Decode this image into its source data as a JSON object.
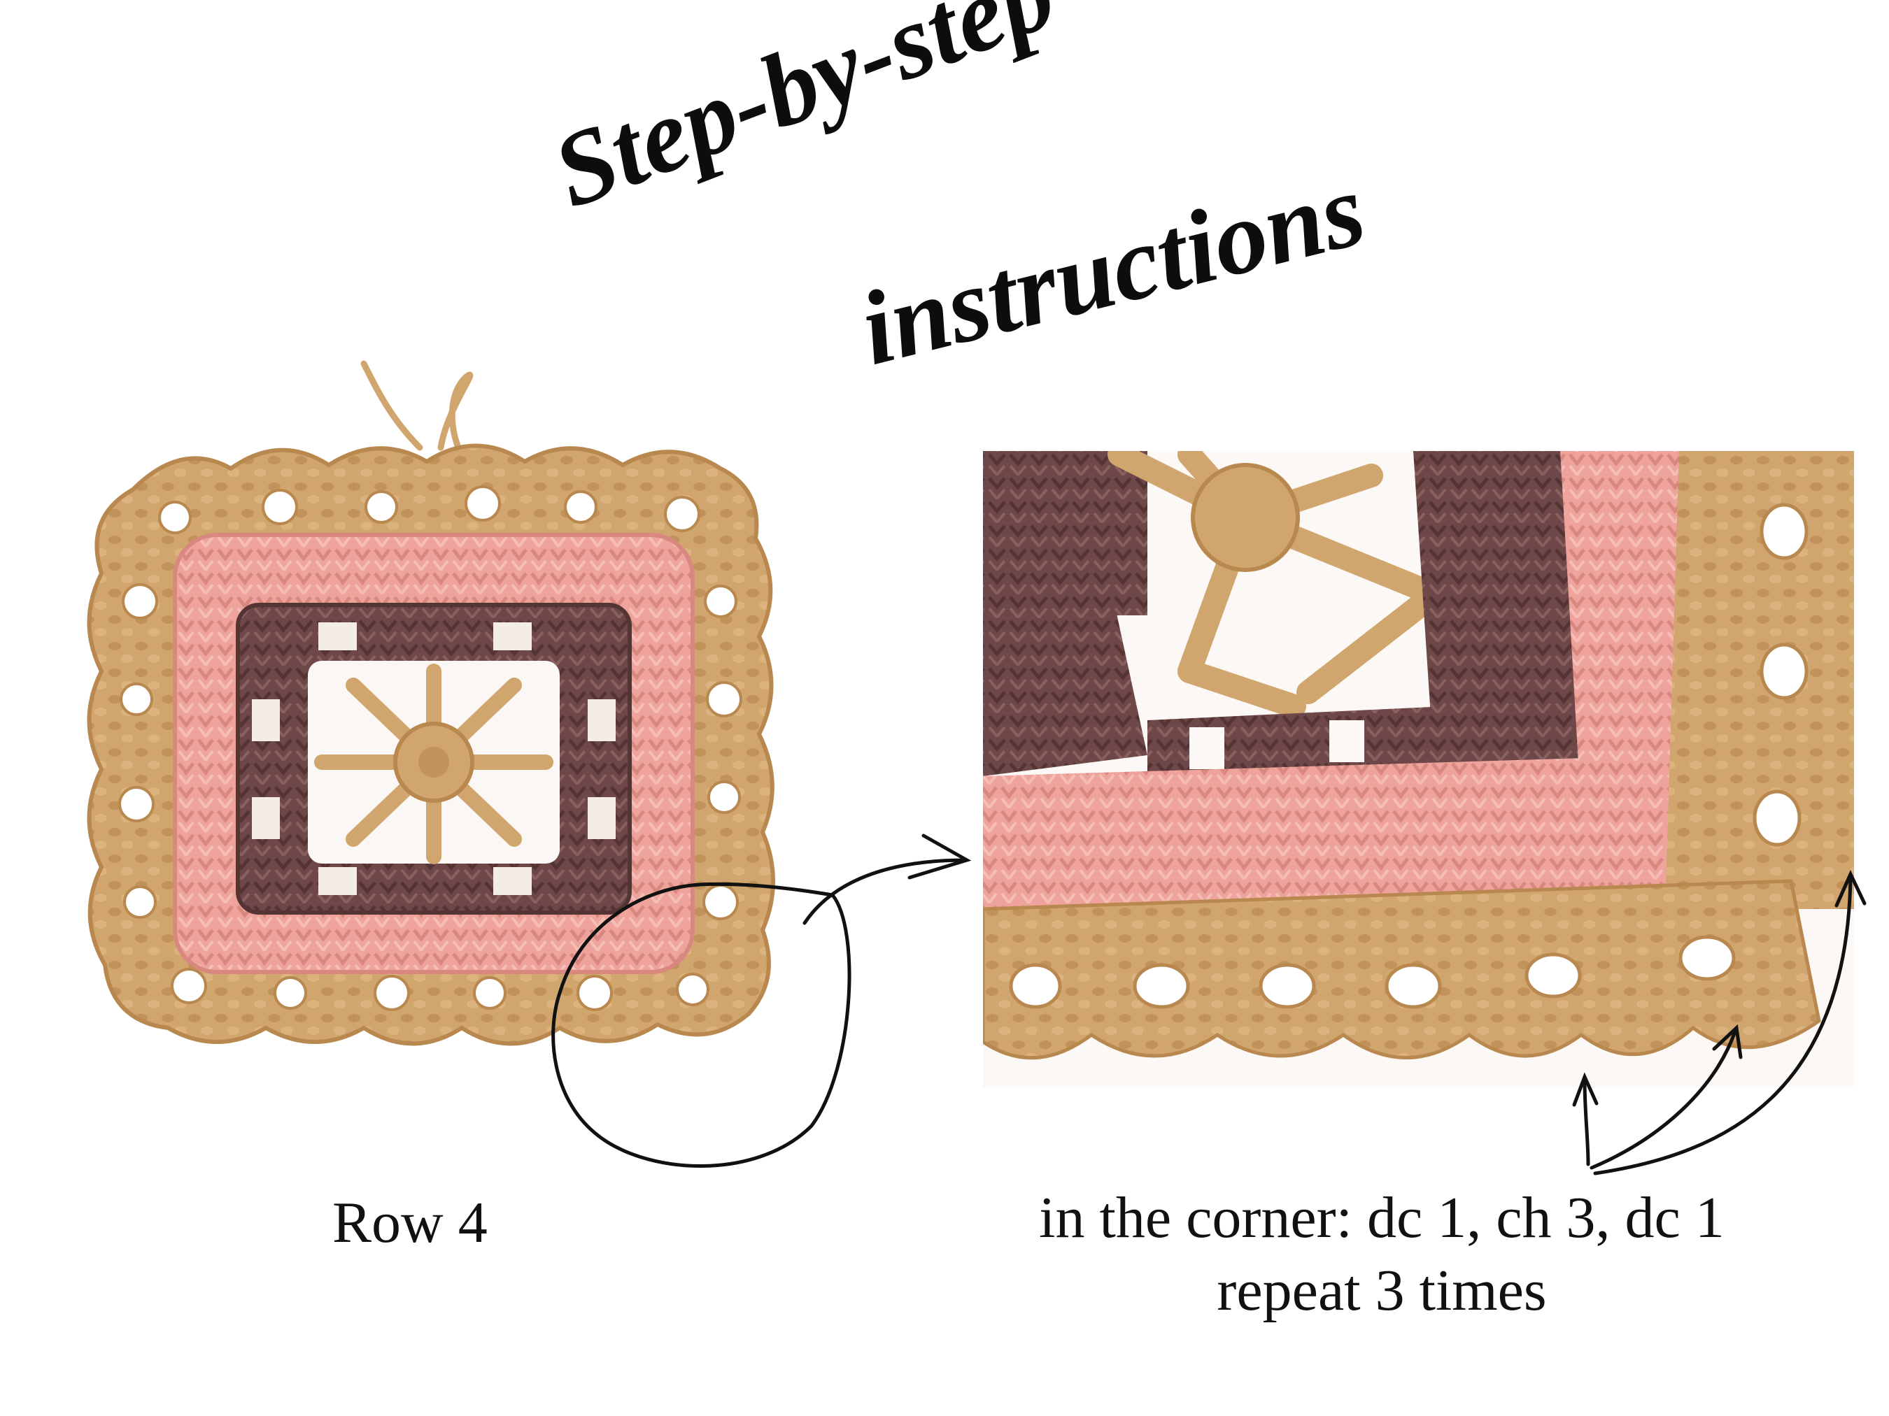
{
  "title": {
    "line1": "Step-by-step",
    "line2": "instructions"
  },
  "left_photo": {
    "caption": "Row 4",
    "subject": "crochet granny square with pink, brown and tan rounds"
  },
  "right_photo": {
    "caption_line1": "in the corner: dc 1, ch 3, dc 1",
    "caption_line2": "repeat 3 times",
    "subject": "close-up of crochet square corner"
  },
  "colors": {
    "tan": "#d1a66e",
    "tan_dark": "#b8884f",
    "pink": "#eea39c",
    "pink_dark": "#d98880",
    "brown": "#6e4848",
    "brown_dark": "#553434",
    "cream": "#e3c08a",
    "ink": "#111111"
  }
}
